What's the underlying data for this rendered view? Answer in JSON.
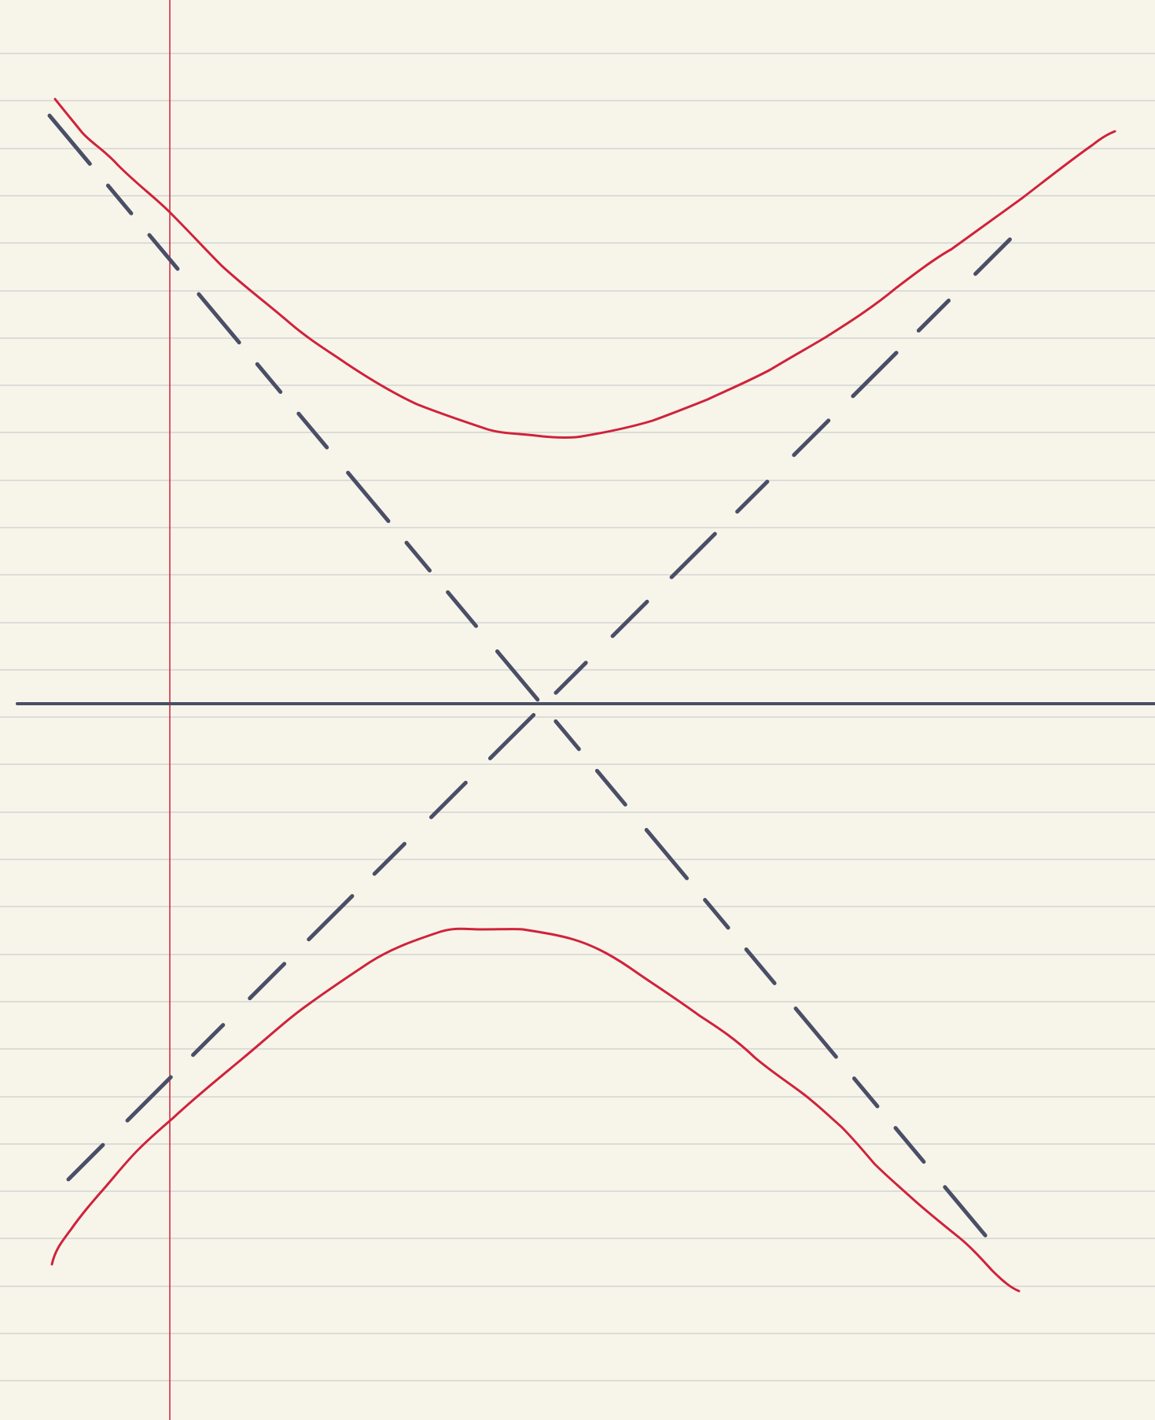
{
  "colors": {
    "paper": "#f7f5ea",
    "rule_line": "#d3d4d2",
    "margin_line": "#d0223b",
    "curve": "#d0223b",
    "axis": "#4a4e66",
    "asymptote": "#4a4e66"
  },
  "figure": {
    "kind": "hand-drawn hyperbola on lined notebook paper",
    "branches": [
      "upper-branch",
      "lower-branch"
    ],
    "asymptotes": [
      "descending-asymptote",
      "ascending-asymptote"
    ],
    "axis": "horizontal-axis",
    "asymptote_style": "dashed"
  }
}
